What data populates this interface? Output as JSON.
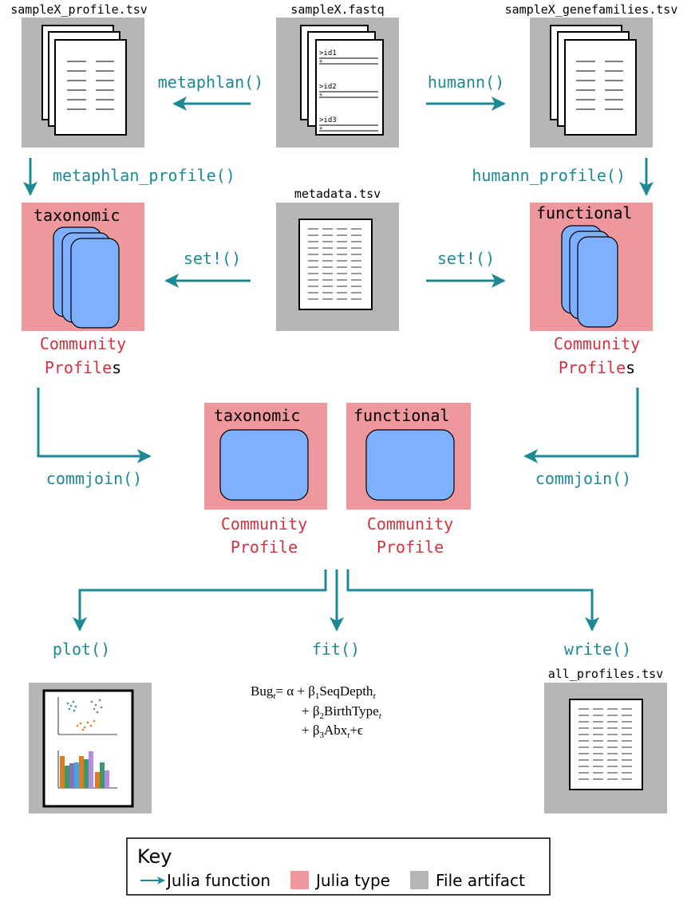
{
  "colors": {
    "function": "#1e8894",
    "type_fill": "#ee979c",
    "type_text": "#d2323f",
    "file_fill": "#b6b6b6",
    "card_fill": "#7fb0ff"
  },
  "files": {
    "profile": "sampleX_profile.tsv",
    "fastq": "sampleX.fastq",
    "genefamilies": "sampleX_genefamilies.tsv",
    "metadata": "metadata.tsv",
    "all_profiles": "all_profiles.tsv"
  },
  "fastq_ids": [
    ">id1",
    ">id2",
    ">id3"
  ],
  "fastq_plus": "+",
  "functions": {
    "metaphlan": "metaphlan()",
    "humann": "humann()",
    "metaphlan_profile": "metaphlan_profile()",
    "humann_profile": "humann_profile()",
    "set_left": "set!()",
    "set_right": "set!()",
    "commjoin_left": "commjoin()",
    "commjoin_right": "commjoin()",
    "plot": "plot()",
    "fit": "fit()",
    "write": "write()"
  },
  "types": {
    "taxonomic": "taxonomic",
    "functional": "functional",
    "community": "Community",
    "profiles_stem": "Profile",
    "profiles_suffix": "s",
    "profile": "Profile"
  },
  "formula": {
    "bug": "Bug",
    "eq": "= α + β",
    "seqdepth": "SeqDepth",
    "plus_beta": "+ β",
    "birthtype": "BirthType",
    "abx": "Abx",
    "epsilon": "+ϵ",
    "sub_t": "t",
    "sub_1": "1",
    "sub_2": "2",
    "sub_3": "3"
  },
  "key": {
    "title": "Key",
    "function_label": "Julia function",
    "type_label": "Julia type",
    "file_label": "File artifact"
  }
}
